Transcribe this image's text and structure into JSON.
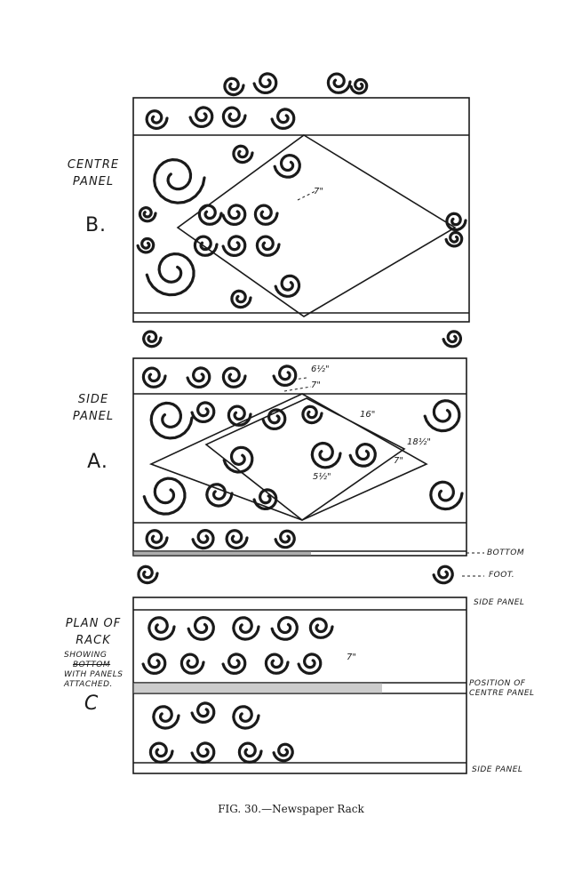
{
  "panels": {
    "centre": {
      "label_line1": "CENTRE",
      "label_line2": "PANEL",
      "letter": "B.",
      "dim": "7\""
    },
    "side": {
      "label_line1": "SIDE",
      "label_line2": "PANEL",
      "letter": "A.",
      "dims": [
        "6½\"",
        "7\"",
        "16\"",
        "18½\"",
        "7\"",
        "5½\""
      ]
    },
    "plan": {
      "label_line1": "PLAN OF",
      "label_line2": "RACK",
      "note_line1": "SHOWING",
      "note_line2": "BOTTOM",
      "note_line3": "WITH PANELS",
      "note_line4": "ATTACHED.",
      "letter": "C",
      "dim": "7\""
    }
  },
  "callouts": {
    "bottom": "BOTTOM",
    "foot": "FOOT.",
    "side_panel_top": "SIDE PANEL",
    "position_line1": "POSITION OF",
    "position_line2": "CENTRE PANEL",
    "side_panel_bottom": "SIDE PANEL"
  },
  "caption": "FIG. 30.—Newspaper Rack"
}
